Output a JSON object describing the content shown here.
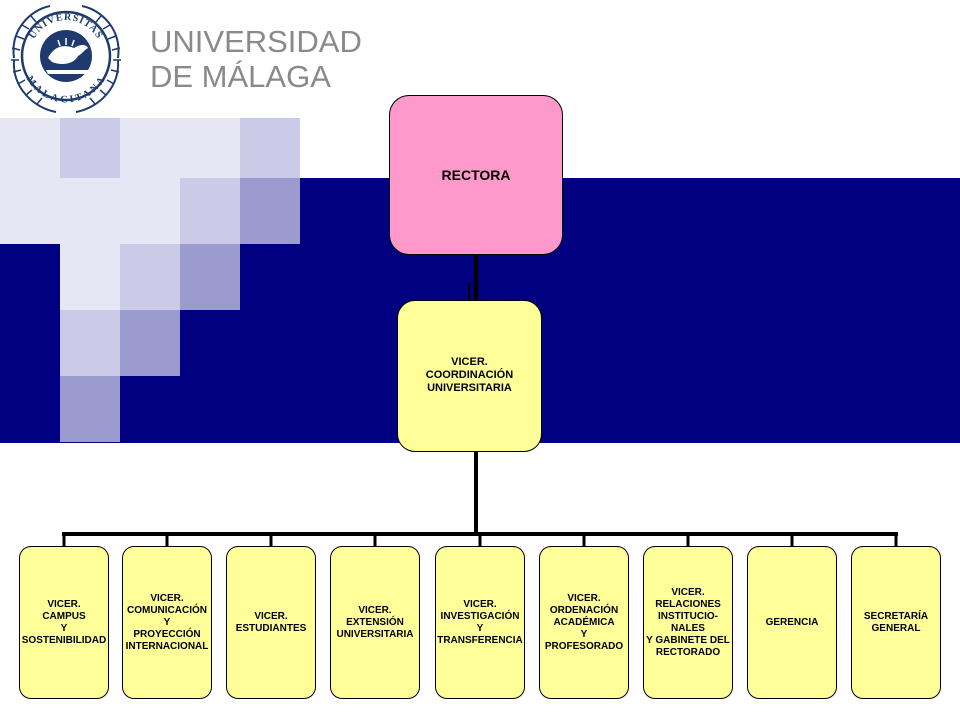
{
  "logo": {
    "seal_text": "UNIVERSITAS MALACITANA",
    "line1": "UNIVERSIDAD",
    "line2": "DE MÁLAGA"
  },
  "colors": {
    "band": "#000080",
    "top_node": "#ff99cc",
    "nodes": "#ffff99",
    "logo_blue": "#1f3a6e",
    "logo_text": "#8a8a8a"
  },
  "org": {
    "top": "RECTORA",
    "coordinator": "VICER.\nCOORDINACIÓN\nUNIVERSITARIA",
    "units": [
      "VICER.\nCAMPUS\nY\nSOSTENIBILIDAD",
      "VICER.\nCOMUNICACIÓN\nY\nPROYECCIÓN\nINTERNACIONAL",
      "VICER.\nESTUDIANTES",
      "VICER.\nEXTENSIÓN\nUNIVERSITARIA",
      "VICER.\nINVESTIGACIÓN\nY\nTRANSFERENCIA",
      "VICER.\nORDENACIÓN\nACADÉMICA\nY\nPROFESORADO",
      "VICER.\nRELACIONES\nINSTITUCIO-\nNALES\nY GABINETE DEL\nRECTORADO",
      "GERENCIA",
      "SECRETARÍA\nGENERAL"
    ]
  }
}
